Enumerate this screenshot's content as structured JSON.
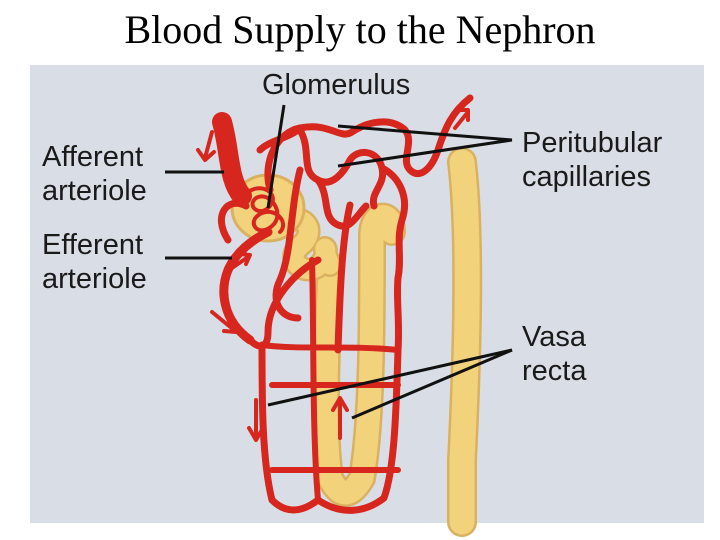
{
  "title": "Blood Supply to the Nephron",
  "labels": {
    "glomerulus": "Glomerulus",
    "afferent_line1": "Afferent",
    "afferent_line2": "arteriole",
    "efferent_line1": "Efferent",
    "efferent_line2": "arteriole",
    "peritubular_line1": "Peritubular",
    "peritubular_line2": "capillaries",
    "vasa_line1": "Vasa",
    "vasa_line2": "recta"
  },
  "colors": {
    "background": "#ffffff",
    "panel": "#d9dee6",
    "vessel": "#d7261e",
    "tubule_fill": "#f3d27c",
    "tubule_edge": "#d9b160",
    "pointer": "#111111"
  }
}
